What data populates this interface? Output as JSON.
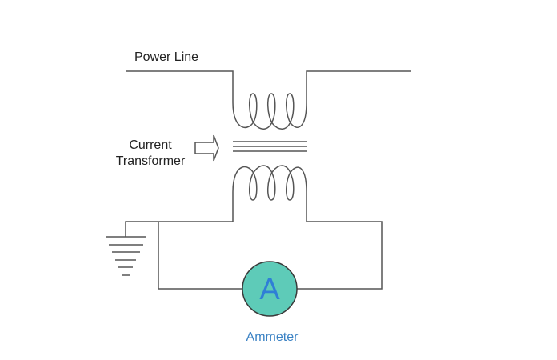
{
  "diagram": {
    "title": "Current Transformer Circuit",
    "labels": {
      "power_line": "Power Line",
      "current_transformer_line1": "Current",
      "current_transformer_line2": "Transformer",
      "ammeter_symbol": "A",
      "ammeter": "Ammeter"
    },
    "components": [
      {
        "id": "power-line",
        "type": "conductor"
      },
      {
        "id": "primary-coil",
        "type": "coil",
        "turns": 3
      },
      {
        "id": "core",
        "type": "transformer-core",
        "lines": 3
      },
      {
        "id": "secondary-coil",
        "type": "coil",
        "turns": 3
      },
      {
        "id": "ground",
        "type": "ground"
      },
      {
        "id": "ammeter",
        "type": "meter",
        "symbol": "A"
      }
    ],
    "colors": {
      "wire": "#555555",
      "ammeter_fill": "#5ecbb8",
      "ammeter_stroke": "#3a3a3a",
      "ammeter_text": "#2f7fd6",
      "ammeter_label": "#3b82c4",
      "text": "#222222"
    }
  }
}
